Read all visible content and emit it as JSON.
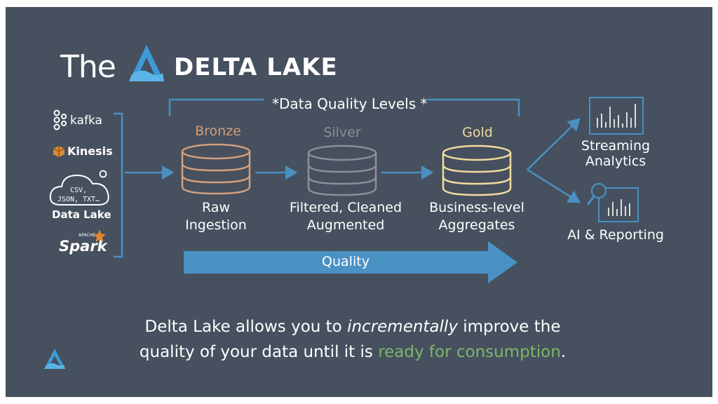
{
  "title": {
    "prefix": "The",
    "brand": "DELTA LAKE"
  },
  "quality_levels_label": "*Data Quality Levels *",
  "sources": {
    "kafka": "kafka",
    "kinesis": "Kinesis",
    "cloud_line1": "CSV,",
    "cloud_line2": "JSON, TXT…",
    "data_lake": "Data Lake",
    "spark_small": "APACHE",
    "spark": "Spark"
  },
  "tiers": [
    {
      "name": "Bronze",
      "line1": "Raw",
      "line2": "Ingestion",
      "color": "#d49e7c"
    },
    {
      "name": "Silver",
      "line1": "Filtered, Cleaned",
      "line2": "Augmented",
      "color": "#8c8f96"
    },
    {
      "name": "Gold",
      "line1": "Business-level",
      "line2": "Aggregates",
      "color": "#f2dc9e"
    }
  ],
  "quality_arrow_label": "Quality",
  "outputs": {
    "streaming_line1": "Streaming",
    "streaming_line2": "Analytics",
    "ai_reporting": "AI & Reporting"
  },
  "caption": {
    "part1": "Delta Lake allows you to ",
    "emphasis": "incrementally",
    "part2": " improve the",
    "part3": "quality of your data until it is ",
    "highlight": "ready for consumption",
    "part4": "."
  },
  "colors": {
    "background": "#46505e",
    "accent": "#4a90c2",
    "highlight": "#7fb56b"
  }
}
